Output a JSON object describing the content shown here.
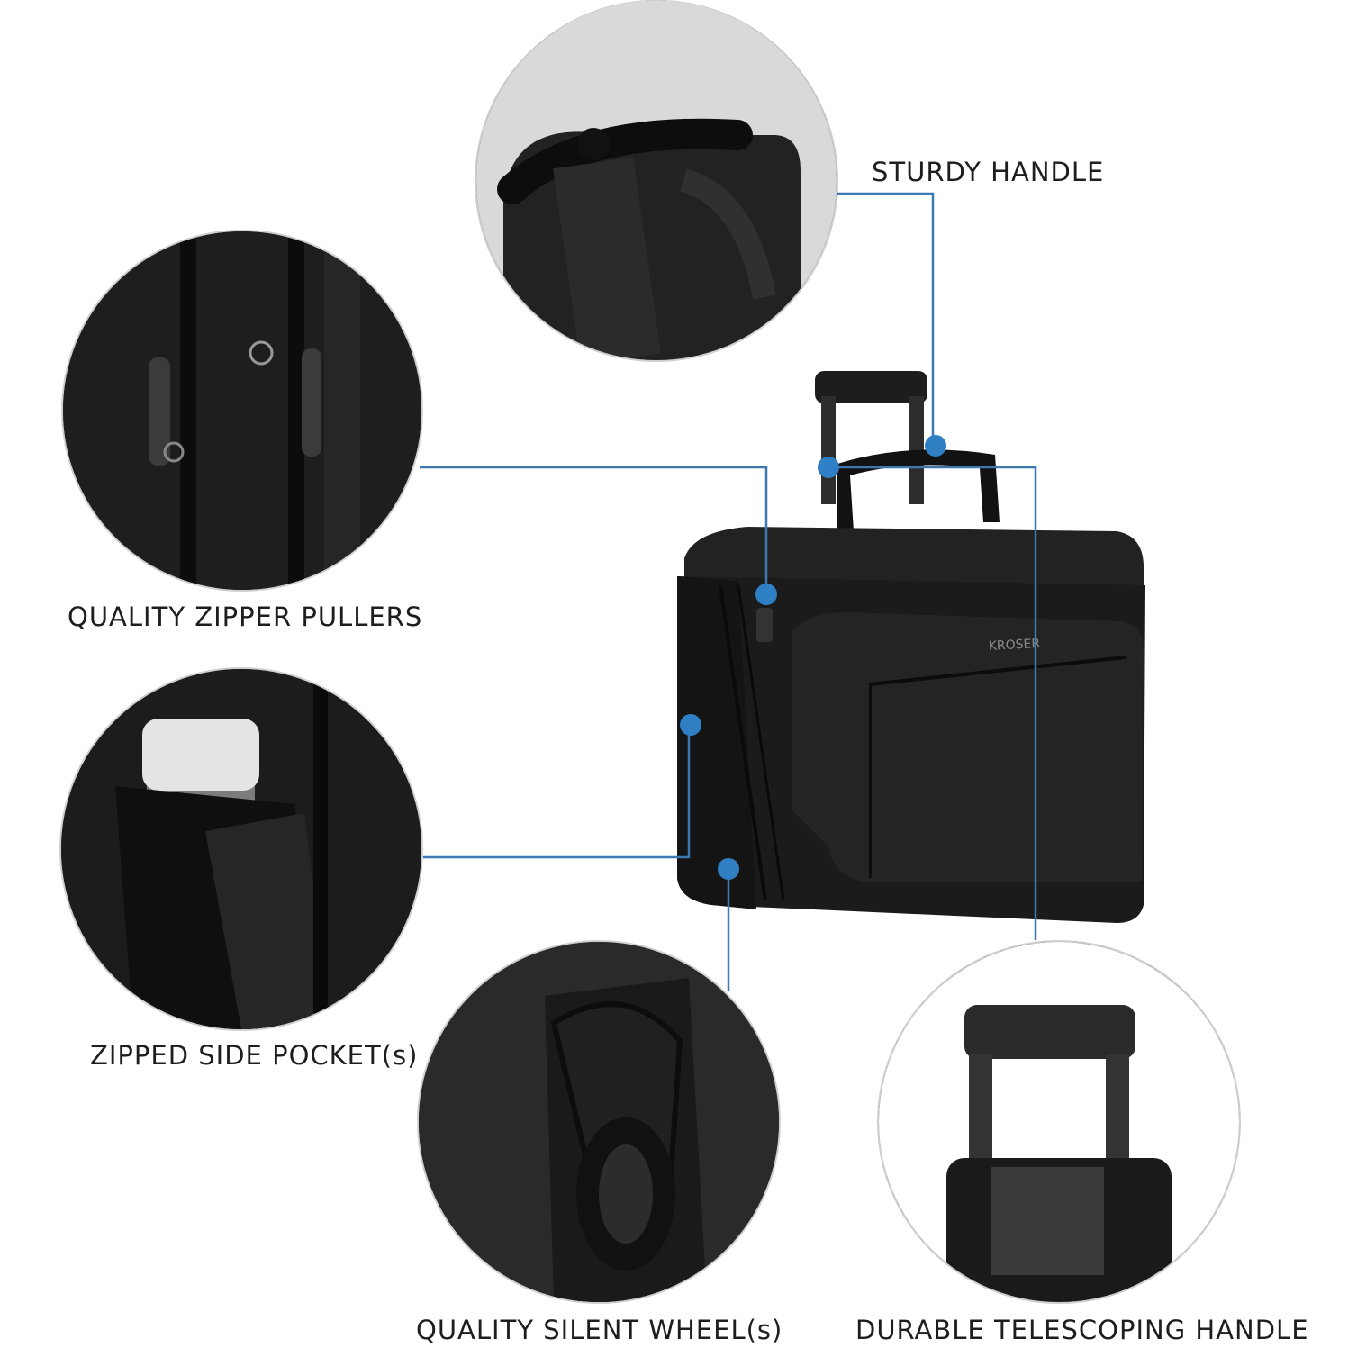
{
  "brand": "KROSER",
  "features": {
    "sturdy_handle": "STURDY HANDLE",
    "zipper_pullers": "QUALITY ZIPPER PULLERS",
    "side_pocket": "ZIPPED SIDE POCKET(s)",
    "silent_wheel": "QUALITY SILENT WHEEL(s)",
    "telescoping_handle": "DURABLE  TELESCOPING HANDLE"
  },
  "colors": {
    "callout_line": "#3b79b0",
    "dot": "#2f7fc4",
    "bag": "#1b1b1b",
    "circle_border": "#cfcfcf"
  }
}
